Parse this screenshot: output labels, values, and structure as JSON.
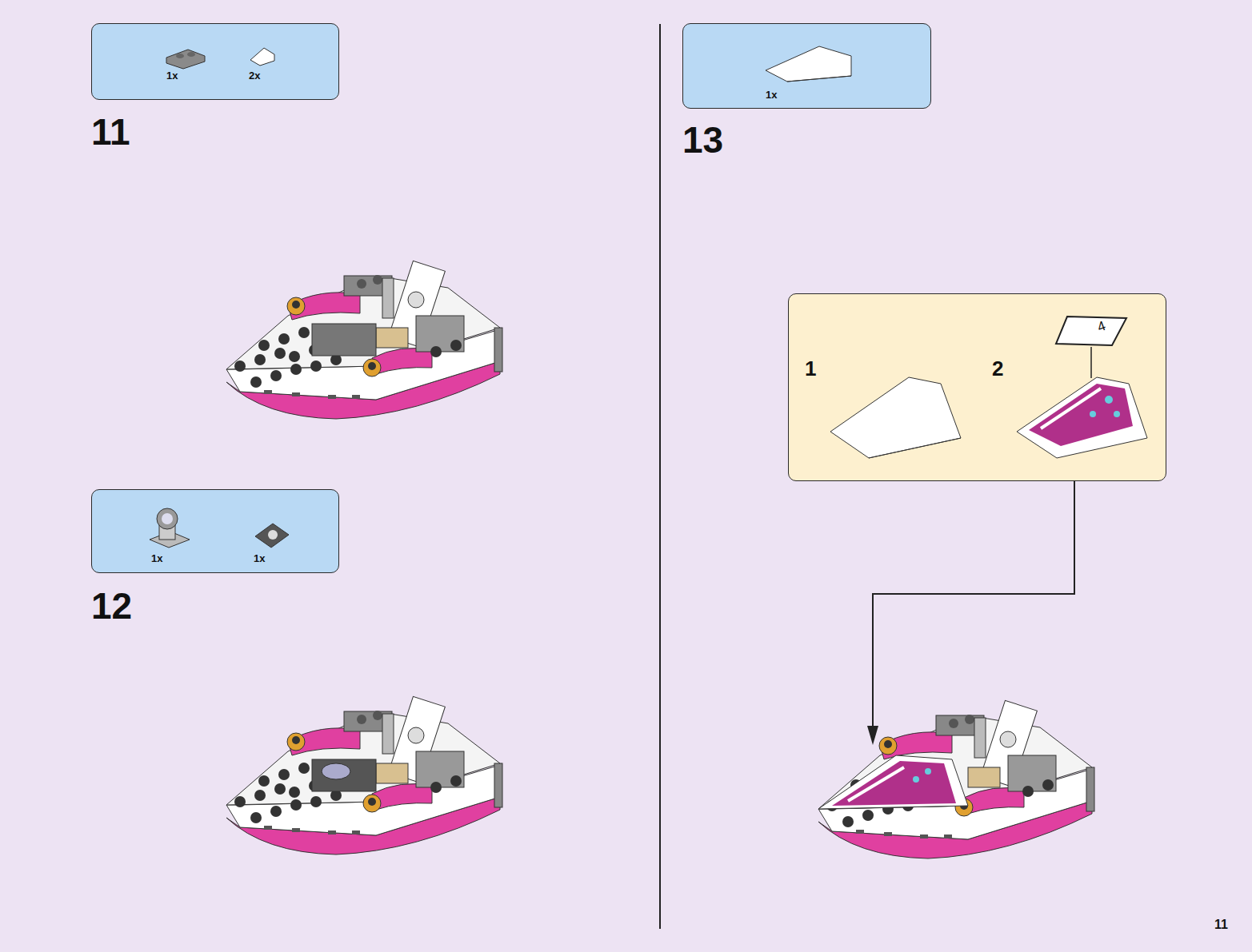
{
  "diagram": {
    "nodes": [
      {
        "text": [
          "1x",
          "2x"
        ]
      },
      {
        "text": [
          "1x",
          "1x"
        ]
      },
      {
        "text": [
          "1x"
        ]
      },
      {
        "text": [
          "1",
          "2"
        ]
      }
    ],
    "labels": [
      "11",
      "12",
      "13",
      "4",
      "11"
    ]
  }
}
